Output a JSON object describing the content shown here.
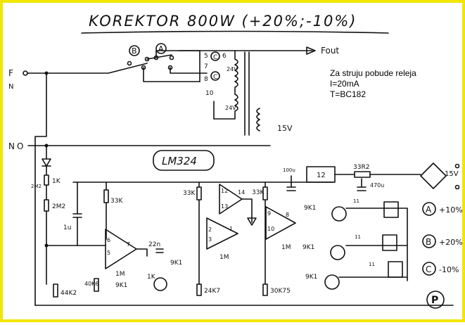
{
  "title": "KOREKTOR 800W (+20%;-10%)",
  "chip": "LM324",
  "note": {
    "line1": "Za struju pobude releja",
    "line2": "I=20mA",
    "line3": "T=BC182"
  },
  "terminals": {
    "f_in": "F",
    "n_in": "N",
    "f_out": "Fout",
    "n_label": "N",
    "o_label": "O"
  },
  "switches": {
    "b": "B",
    "a": "A",
    "c": "C",
    "c2": "C"
  },
  "modes": [
    {
      "label": "A",
      "value": "+10%"
    },
    {
      "label": "B",
      "value": "+20%"
    },
    {
      "label": "C",
      "value": "-10%"
    }
  ],
  "components": {
    "r1k": "1K",
    "r2m2a": "2M2",
    "r2m2b": "2M2",
    "c1u": "1u",
    "r44k2": "44K2",
    "r33k_a": "33K",
    "r33k_b": "33K",
    "r33k_c": "33K",
    "r40k6": "40K6",
    "r1m_a": "1M",
    "r1m_b": "1M",
    "r1m_c": "1M",
    "r9k1_a": "9K1",
    "r9k1_b": "9K1",
    "r9k1_c": "9K1",
    "r9k1_d": "9K1",
    "r9k1_e": "9K1",
    "r1k_b": "1K",
    "c22n": "22n",
    "r24k7": "24K7",
    "r30k75": "30K75",
    "reg12": "12",
    "r33r2": "33R2",
    "c470u": "470u",
    "c100u": "100u",
    "v15": "15V",
    "tv15": "15V",
    "t24v": "24V",
    "t24v_b": "24V",
    "tap10": "10",
    "tap5": "5",
    "tap6": "6",
    "tap7": "7",
    "tap8": "8",
    "pin5": "5",
    "pin6": "6",
    "pin7": "7",
    "pin2": "2",
    "pin3": "3",
    "pin1": "1",
    "pin9": "9",
    "pin8": "8",
    "pin10": "10",
    "pin12": "12",
    "pin13": "13",
    "pin14": "14",
    "d11a": "11",
    "d11b": "11",
    "d11c": "11"
  },
  "logo": "P"
}
